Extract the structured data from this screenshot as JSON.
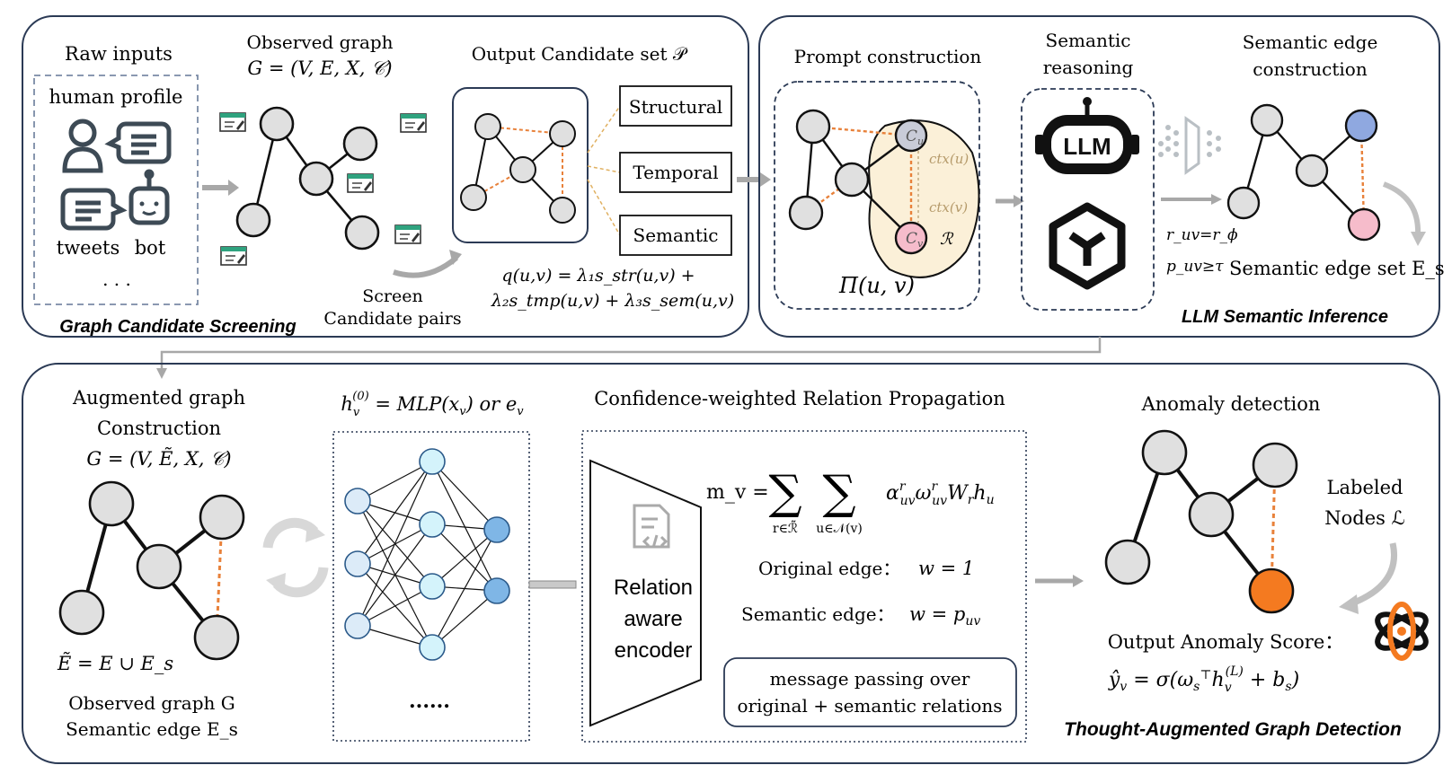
{
  "panel1": {
    "raw_inputs": "Raw inputs",
    "human_profile": "human profile",
    "tweets": "tweets",
    "bot": "bot",
    "ellipsis": ". . .",
    "observed_graph": "Observed graph",
    "graph_def": "G = (V, E, X, 𝒞)",
    "output_candidate": "Output Candidate set 𝒫",
    "structural": "Structural",
    "temporal": "Temporal",
    "semantic": "Semantic",
    "screen": "Screen",
    "candidate_pairs": "Candidate pairs",
    "q_line1": "q(u,v) = λ₁s_str(u,v) +",
    "q_line2": "λ₂s_tmp(u,v) + λ₃s_sem(u,v)",
    "footer": "Graph Candidate Screening"
  },
  "panel2": {
    "prompt_construction": "Prompt construction",
    "semantic_reasoning_1": "Semantic",
    "semantic_reasoning_2": "reasoning",
    "semantic_edge_1": "Semantic edge",
    "semantic_edge_2": "construction",
    "cu": "C",
    "cu_sub": "u",
    "cv": "C",
    "cv_sub": "v",
    "ctx_u": "ctx(u)",
    "ctx_v": "ctx(v)",
    "r_label": "ℛ",
    "pi": "Π(u, v)",
    "llm": "LLM",
    "r_uv": "r_uv=r_ϕ",
    "p_uv": "p_uv≥τ",
    "edge_set": "Semantic edge set E_s",
    "footer": "LLM Semantic Inference"
  },
  "panel3": {
    "aug_1": "Augmented graph",
    "aug_2": "Construction",
    "aug_def": "G = (V, Ẽ, X, 𝒞)",
    "e_tilde": "Ẽ = E ∪ E_s",
    "observed": "Observed graph G",
    "semantic_edge": "Semantic edge E_s",
    "h_def": "h_v^(0) = MLP(x_v) or e_v",
    "nn_ellipsis": "......",
    "crp_title": "Confidence-weighted Relation Propagation",
    "m_v": "m_v =",
    "sum1": "∑",
    "sum1_sub": "r∈ℛ̃",
    "sum2": "∑",
    "sum2_sub": "u∈𝒩(v)",
    "m_term": "α^r_uv ω^r_uv W_r h_u",
    "encoder_1": "Relation",
    "encoder_2": "aware",
    "encoder_3": "encoder",
    "orig_edge": "Original edge：",
    "orig_w": "w = 1",
    "sem_edge": "Semantic edge：",
    "sem_w": "w = p_uv",
    "msg_1": "message passing over",
    "msg_2": "original + semantic relations",
    "anomaly": "Anomaly detection",
    "labeled_1": "Labeled",
    "labeled_2": "Nodes ℒ",
    "output_score": "Output Anomaly Score：",
    "score_formula": "ŷ_v = σ(ω_sᵀ h_v^(L) + b_s)",
    "footer": "Thought-Augmented Graph Detection"
  },
  "colors": {
    "node_fill": "#e0e0e0",
    "orange_edge": "#e8813a",
    "anomaly": "#f47a20",
    "blue_node": "#8fa8e0",
    "pink_node": "#f6bccb",
    "nn_light": "#dcebf8",
    "nn_cyan": "#d4f3fb",
    "nn_blue": "#7fb6e6",
    "yellow_region": "#fbf0d8",
    "panel_border": "#2b3a55"
  }
}
